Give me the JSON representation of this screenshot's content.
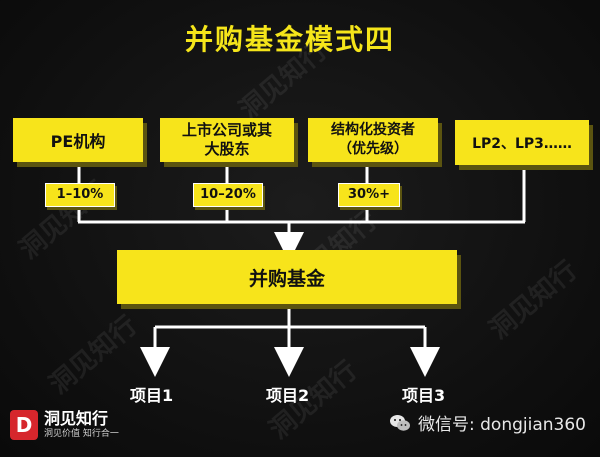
{
  "title": "并购基金模式四",
  "investors": [
    {
      "label_lines": [
        "PE机构"
      ],
      "percent": "1–10%"
    },
    {
      "label_lines": [
        "上市公司或其",
        "大股东"
      ],
      "percent": "10–20%"
    },
    {
      "label_lines": [
        "结构化投资者",
        "（优先级）"
      ],
      "percent": "30%+"
    },
    {
      "label_lines": [
        "LP2、LP3……"
      ],
      "percent": ""
    }
  ],
  "fund": {
    "label": "并购基金"
  },
  "projects": [
    "项目1",
    "项目2",
    "项目3"
  ],
  "watermark_text": "洞见知行",
  "logo": {
    "mark": "D",
    "name": "洞见知行",
    "slogan": "洞见价值  知行合一"
  },
  "wechat": {
    "icon": "wechat-icon",
    "text": "微信号: dongjian360"
  },
  "colors": {
    "accent": "#f7e41b",
    "background": "#111111",
    "connector": "#ffffff",
    "logo_red": "#d6262c"
  }
}
